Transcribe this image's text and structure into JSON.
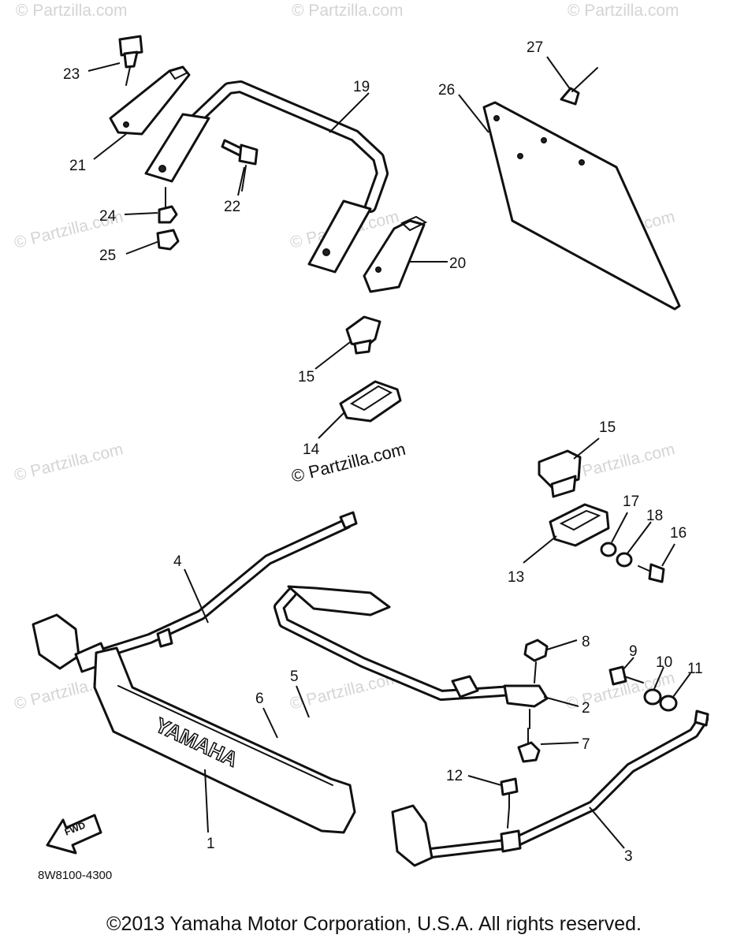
{
  "watermark_text": "© Partzilla.com",
  "center_watermark_text": "© Partzilla.com",
  "diagram_code": "8W8100-4300",
  "fwd_label": "FWD",
  "brand_text": "YAMAHA",
  "copyright": "©2013 Yamaha Motor Corporation, U.S.A. All rights reserved.",
  "callouts": {
    "c1": "1",
    "c2": "2",
    "c3": "3",
    "c4": "4",
    "c5": "5",
    "c6": "6",
    "c7": "7",
    "c8": "8",
    "c9": "9",
    "c10": "10",
    "c11": "11",
    "c12": "12",
    "c13": "13",
    "c14": "14",
    "c15a": "15",
    "c15b": "15",
    "c16": "16",
    "c17": "17",
    "c18": "18",
    "c19": "19",
    "c20": "20",
    "c21": "21",
    "c22": "22",
    "c23": "23",
    "c24": "24",
    "c25": "25",
    "c26": "26",
    "c27": "27"
  }
}
